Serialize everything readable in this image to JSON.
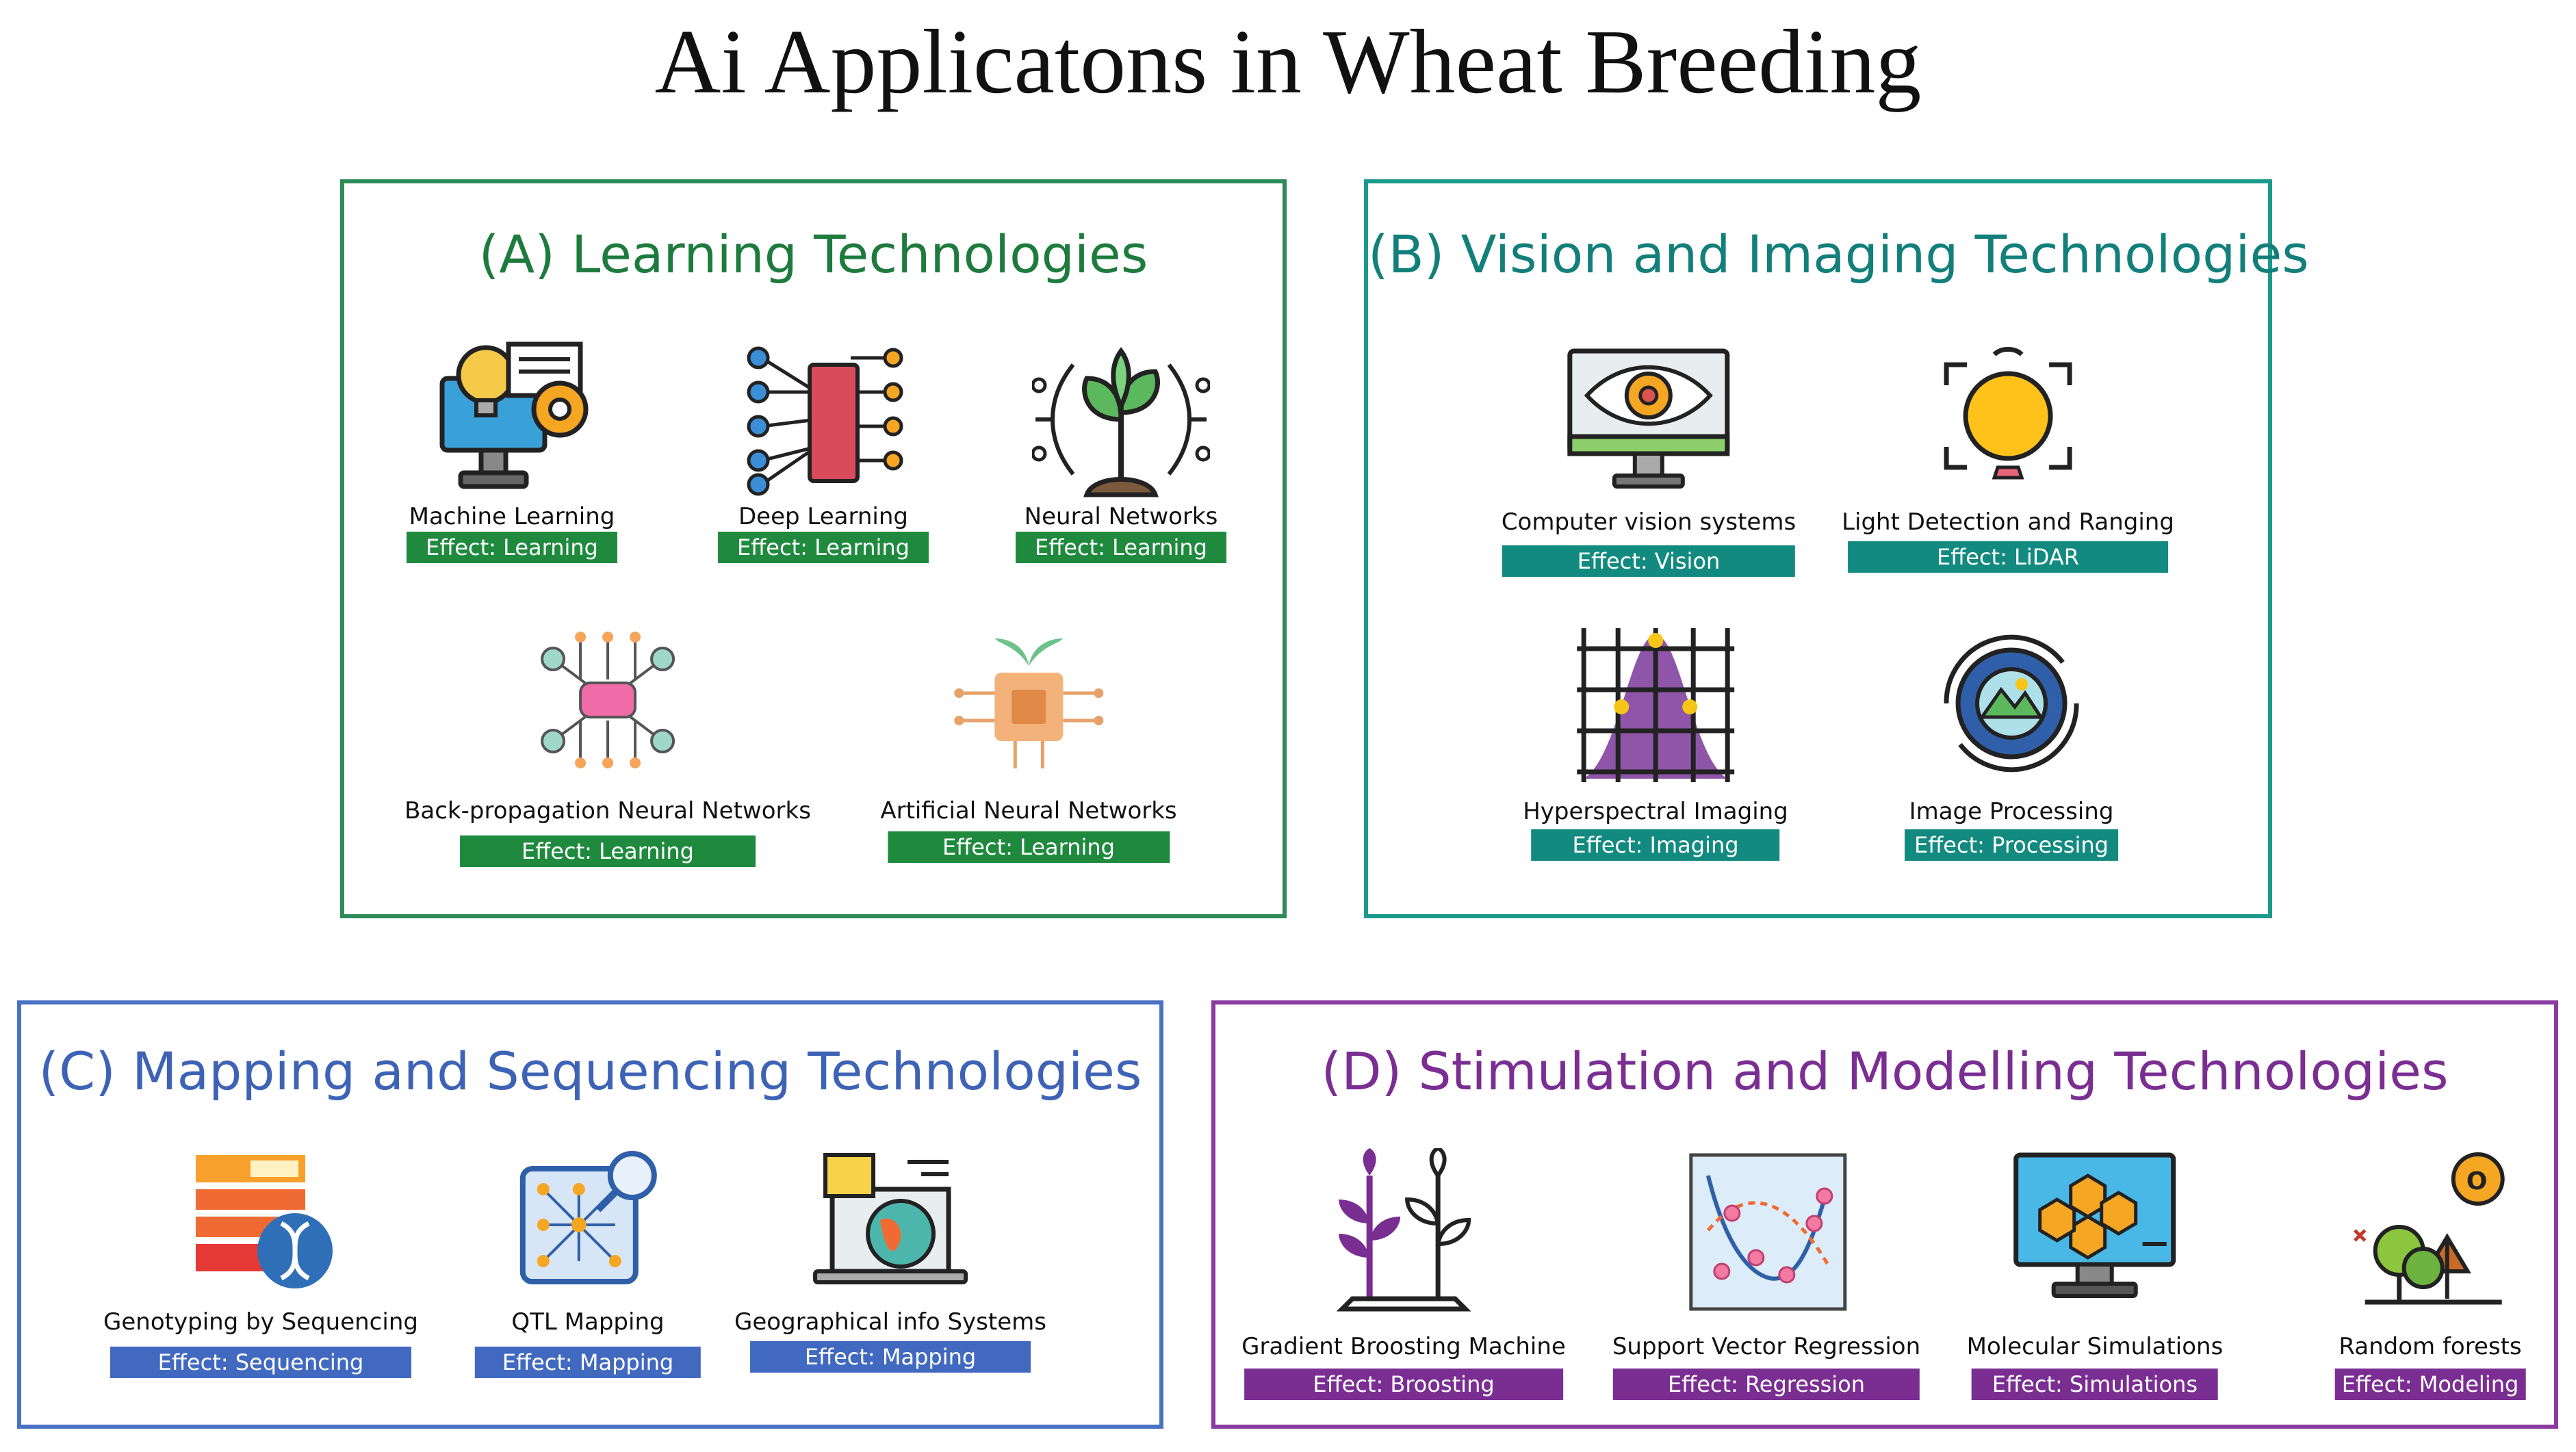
{
  "title": "Ai Applicatons in Wheat Breeding",
  "colors": {
    "learning": "#1f8a3e",
    "vision": "#138a80",
    "mapping": "#4169c0",
    "modelling": "#7a2e92"
  },
  "sections": [
    {
      "title": "(A)  Learning  Technologies",
      "items": [
        {
          "label": "Machine Learning",
          "effect": "Effect: Learning",
          "icon": "lightbulb-gear-monitor-icon"
        },
        {
          "label": "Deep Learning",
          "effect": "Effect: Learning",
          "icon": "neural-layers-icon"
        },
        {
          "label": "Neural Networks",
          "effect": "Effect: Learning",
          "icon": "sprout-network-icon"
        },
        {
          "label": "Back-propagation Neural Networks",
          "effect": "Effect: Learning",
          "icon": "node-graph-icon"
        },
        {
          "label": "Artificial Neural Networks",
          "effect": "Effect: Learning",
          "icon": "chip-sprout-icon"
        }
      ]
    },
    {
      "title": "(B) Vision and Imaging  Technologies",
      "items": [
        {
          "label": "Computer vision systems",
          "effect": "Effect: Vision",
          "icon": "eye-monitor-icon"
        },
        {
          "label": "Light Detection and Ranging",
          "effect": "Effect: LiDAR",
          "icon": "lidar-sun-icon"
        },
        {
          "label": "Hyperspectral Imaging",
          "effect": "Effect: Imaging",
          "icon": "grid-curve-icon"
        },
        {
          "label": "Image Processing",
          "effect": "Effect: Processing",
          "icon": "gear-image-icon"
        }
      ]
    },
    {
      "title": "(C) Mapping and Sequencing Technologies",
      "items": [
        {
          "label": "Genotyping by Sequencing",
          "effect": "Effect: Sequencing",
          "icon": "server-dna-icon"
        },
        {
          "label": "QTL Mapping",
          "effect": "Effect: Mapping",
          "icon": "network-magnifier-icon"
        },
        {
          "label": "Geographical info Systems",
          "effect": "Effect: Mapping",
          "icon": "laptop-globe-icon"
        }
      ]
    },
    {
      "title": "(D) Stimulation and Modelling Technologies",
      "items": [
        {
          "label": "Gradient Broosting Machine",
          "effect": "Effect: Broosting",
          "icon": "wheat-plants-icon"
        },
        {
          "label": "Support Vector Regression",
          "effect": "Effect: Regression",
          "icon": "scatter-curve-icon"
        },
        {
          "label": "Molecular Simulations",
          "effect": "Effect: Simulations",
          "icon": "hexagon-monitor-icon"
        },
        {
          "label": "Random forests",
          "effect": "Effect: Modeling",
          "icon": "forest-ozone-icon"
        }
      ]
    }
  ]
}
